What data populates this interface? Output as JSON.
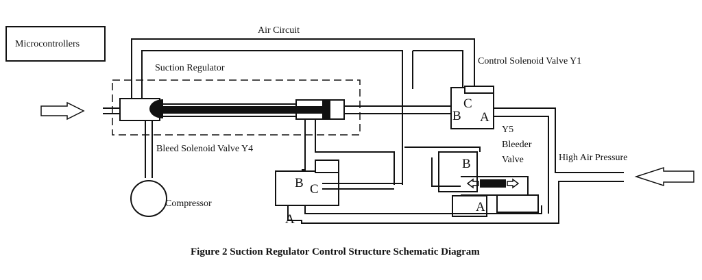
{
  "labels": {
    "microcontrollers": "Microcontrollers",
    "air_circuit": "Air Circuit",
    "suction_regulator": "Suction Regulator",
    "control_solenoid_valve": "Control Solenoid Valve Y1",
    "bleed_solenoid_valve": "Bleed Solenoid Valve Y4",
    "bleeder_valve_line1": "Y5",
    "bleeder_valve_line2": "Bleeder",
    "bleeder_valve_line3": "Valve",
    "high_air_pressure": "High Air Pressure",
    "compressor": "Compressor"
  },
  "ports": {
    "y1_b": "B",
    "y1_c": "C",
    "y1_a": "A",
    "y4_b": "B",
    "y4_c": "C",
    "y4_a": "A",
    "y5_b": "B",
    "y5_a": "A"
  },
  "caption": "Figure 2 Suction Regulator Control Structure Schematic Diagram"
}
